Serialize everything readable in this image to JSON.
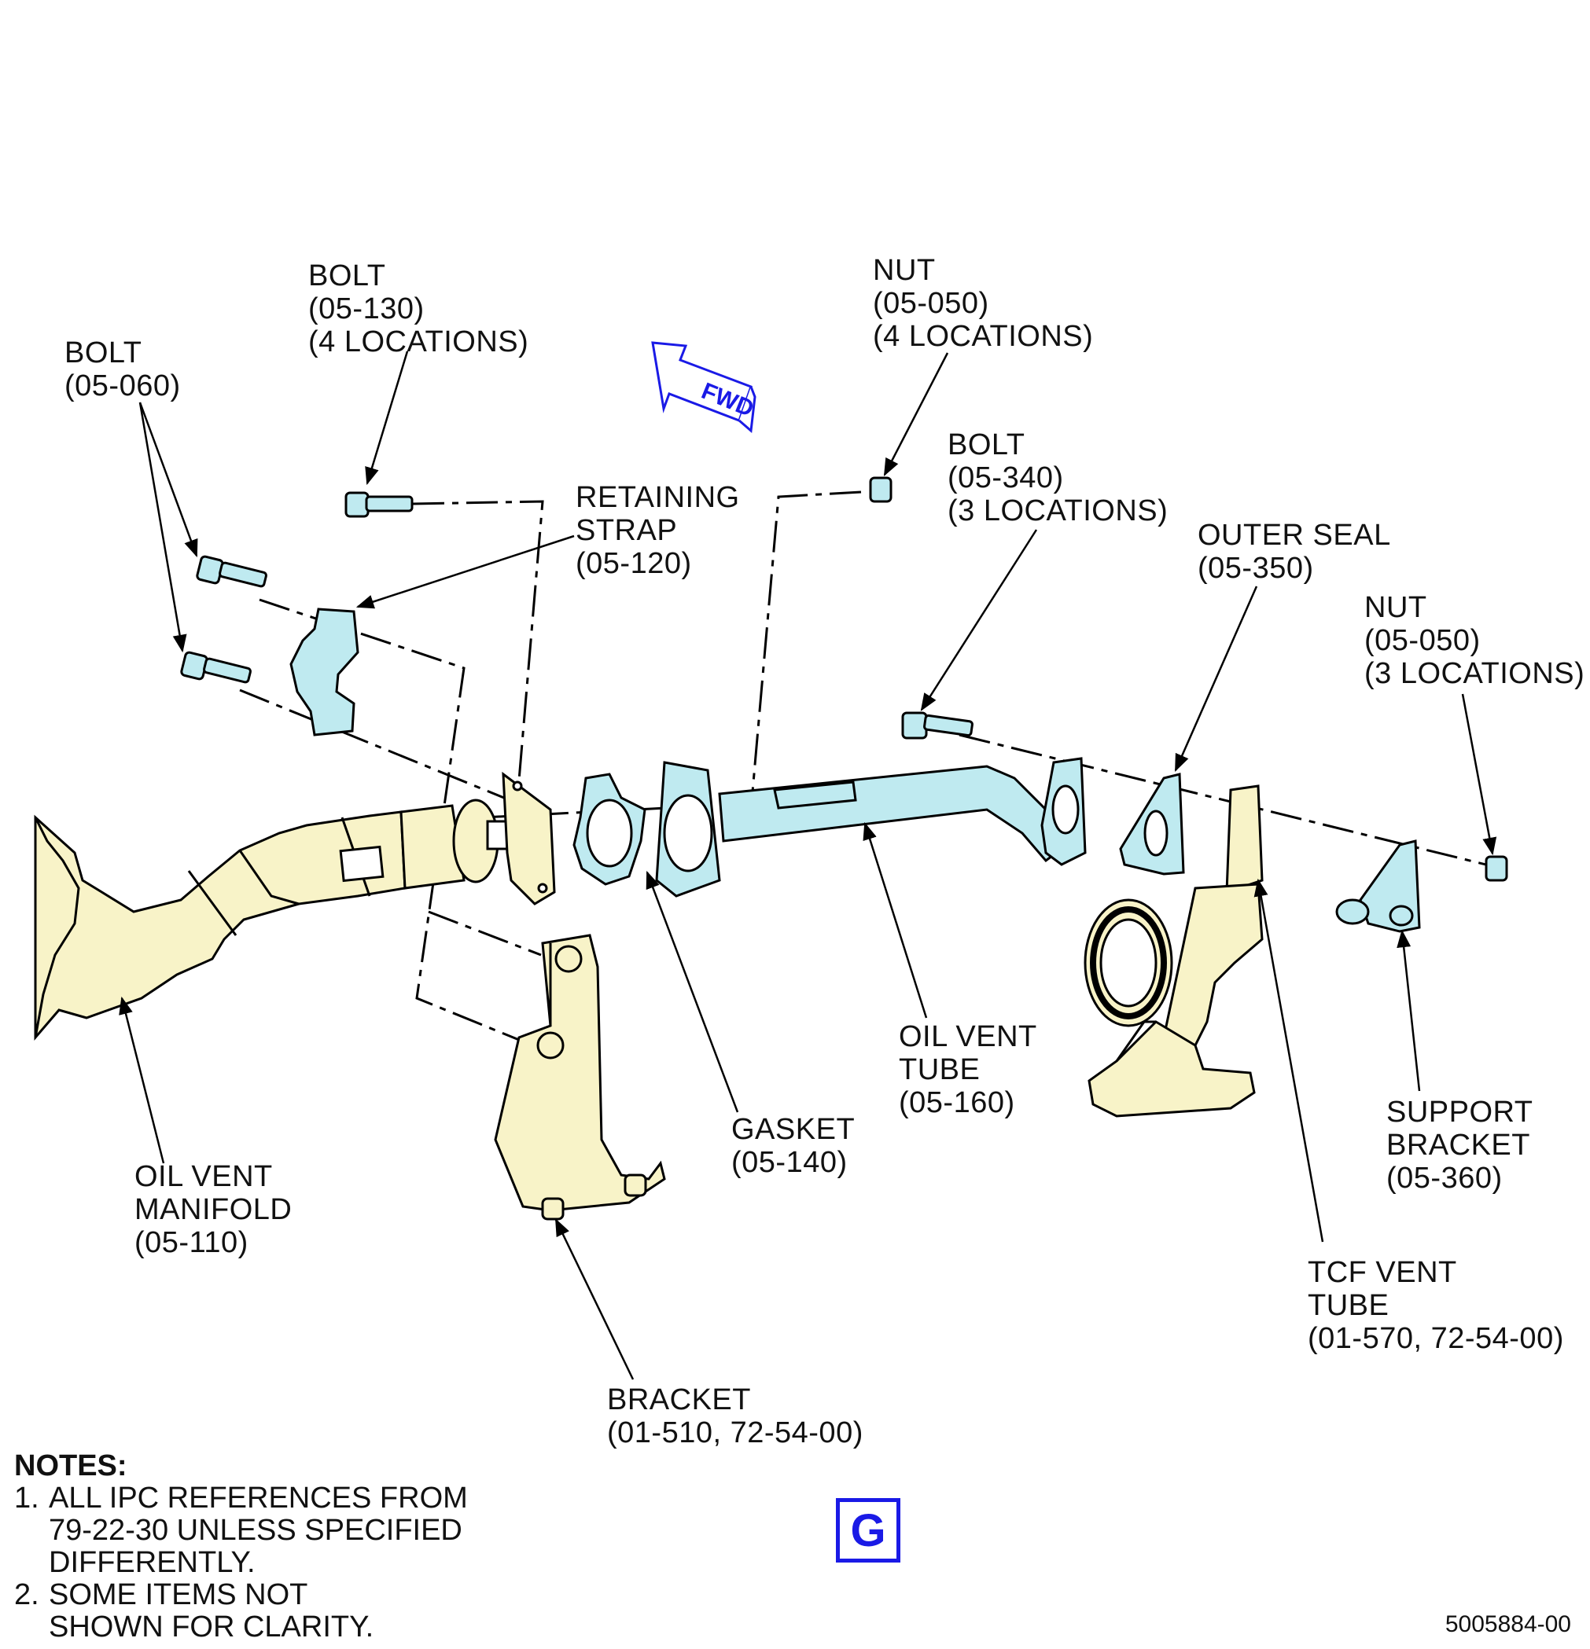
{
  "fwd_label": "FWD",
  "colors": {
    "part_cyan": "#bfeaf0",
    "part_yellow": "#f8f3c8",
    "accent_blue": "#1a1ae6",
    "line": "#000000"
  },
  "callouts": {
    "bolt_130": [
      "BOLT",
      "(05-130)",
      "(4 LOCATIONS)"
    ],
    "bolt_060": [
      "BOLT",
      "(05-060)"
    ],
    "nut_050_a": [
      "NUT",
      "(05-050)",
      "(4 LOCATIONS)"
    ],
    "retaining_strap": [
      "RETAINING",
      "STRAP",
      "(05-120)"
    ],
    "bolt_340": [
      "BOLT",
      "(05-340)",
      "(3 LOCATIONS)"
    ],
    "outer_seal": [
      "OUTER SEAL",
      "(05-350)"
    ],
    "nut_050_b": [
      "NUT",
      "(05-050)",
      "(3 LOCATIONS)"
    ],
    "oil_vent_tube": [
      "OIL VENT",
      "TUBE",
      "(05-160)"
    ],
    "gasket": [
      "GASKET",
      "(05-140)"
    ],
    "support_bracket": [
      "SUPPORT",
      "BRACKET",
      "(05-360)"
    ],
    "oil_vent_manifold": [
      "OIL VENT",
      "MANIFOLD",
      "(05-110)"
    ],
    "tcf_vent_tube": [
      "TCF VENT",
      "TUBE",
      "(01-570, 72-54-00)"
    ],
    "bracket": [
      "BRACKET",
      "(01-510, 72-54-00)"
    ]
  },
  "notes": {
    "title": "NOTES:",
    "items": [
      {
        "num": "1.",
        "text": "ALL IPC REFERENCES FROM\n79-22-30 UNLESS SPECIFIED\nDIFFERENTLY."
      },
      {
        "num": "2.",
        "text": "SOME ITEMS NOT\nSHOWN FOR CLARITY."
      }
    ]
  },
  "sheet_letter": "G",
  "document_number": "5005884-00"
}
